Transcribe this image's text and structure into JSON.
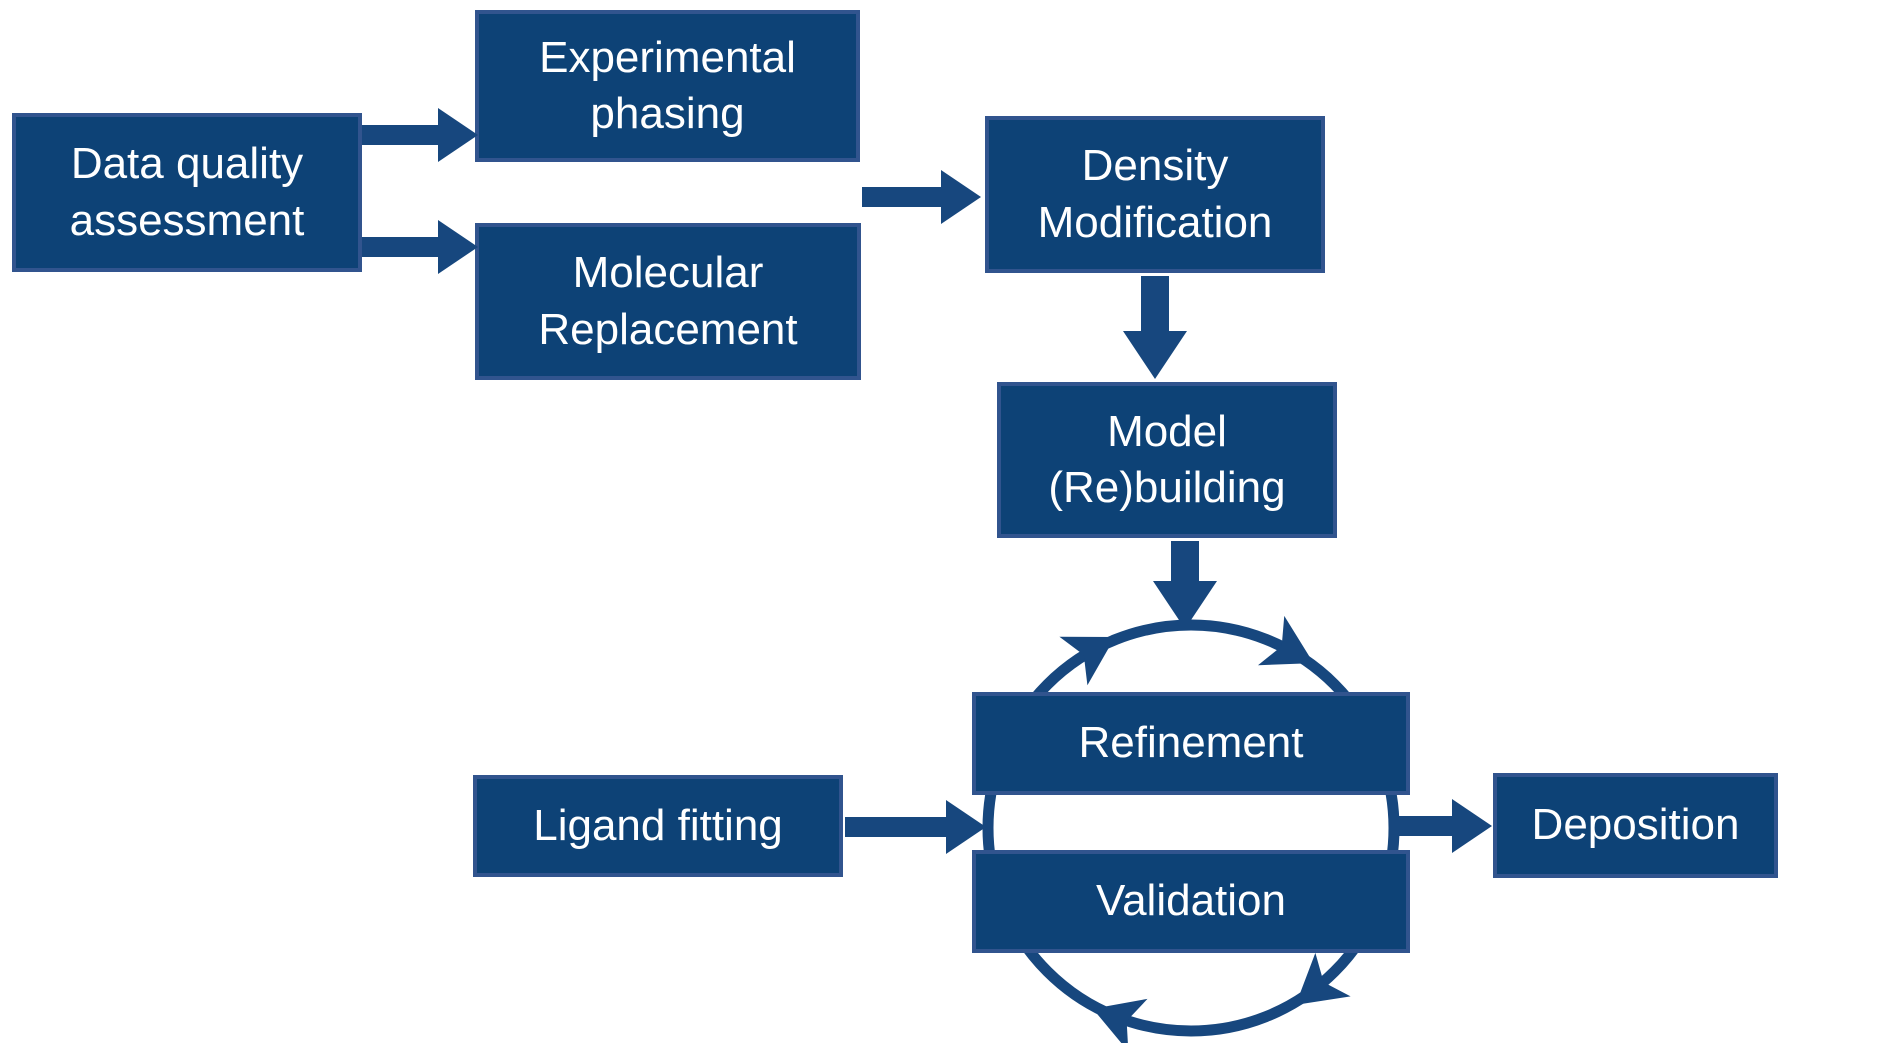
{
  "diagram": {
    "type": "flowchart",
    "description": "Crystallography structure-solution workflow",
    "colors": {
      "background": "#ffffff",
      "box_fill": "#0d4276",
      "box_border": "#31548e",
      "arrow": "#17477e",
      "text": "#ffffff"
    },
    "nodes": {
      "data_quality": {
        "label": "Data quality\nassessment"
      },
      "experimental": {
        "label": "Experimental\nphasing"
      },
      "molecular": {
        "label": "Molecular\nReplacement"
      },
      "density": {
        "label": "Density\nModification"
      },
      "model": {
        "label": "Model\n(Re)building"
      },
      "refinement": {
        "label": "Refinement"
      },
      "validation": {
        "label": "Validation"
      },
      "ligand": {
        "label": "Ligand fitting"
      },
      "deposition": {
        "label": "Deposition"
      }
    },
    "edges": [
      {
        "from": "Data quality assessment",
        "to": "Experimental phasing"
      },
      {
        "from": "Data quality assessment",
        "to": "Molecular Replacement"
      },
      {
        "from": "Experimental phasing / Molecular Replacement",
        "to": "Density Modification"
      },
      {
        "from": "Density Modification",
        "to": "Model (Re)building"
      },
      {
        "from": "Model (Re)building",
        "to": "Refinement-Validation cycle"
      },
      {
        "from": "Ligand fitting",
        "to": "Refinement-Validation cycle"
      },
      {
        "from": "Refinement-Validation cycle",
        "to": "Deposition"
      },
      {
        "cycle": "Refinement and Validation repeat in a clockwise loop"
      }
    ]
  }
}
